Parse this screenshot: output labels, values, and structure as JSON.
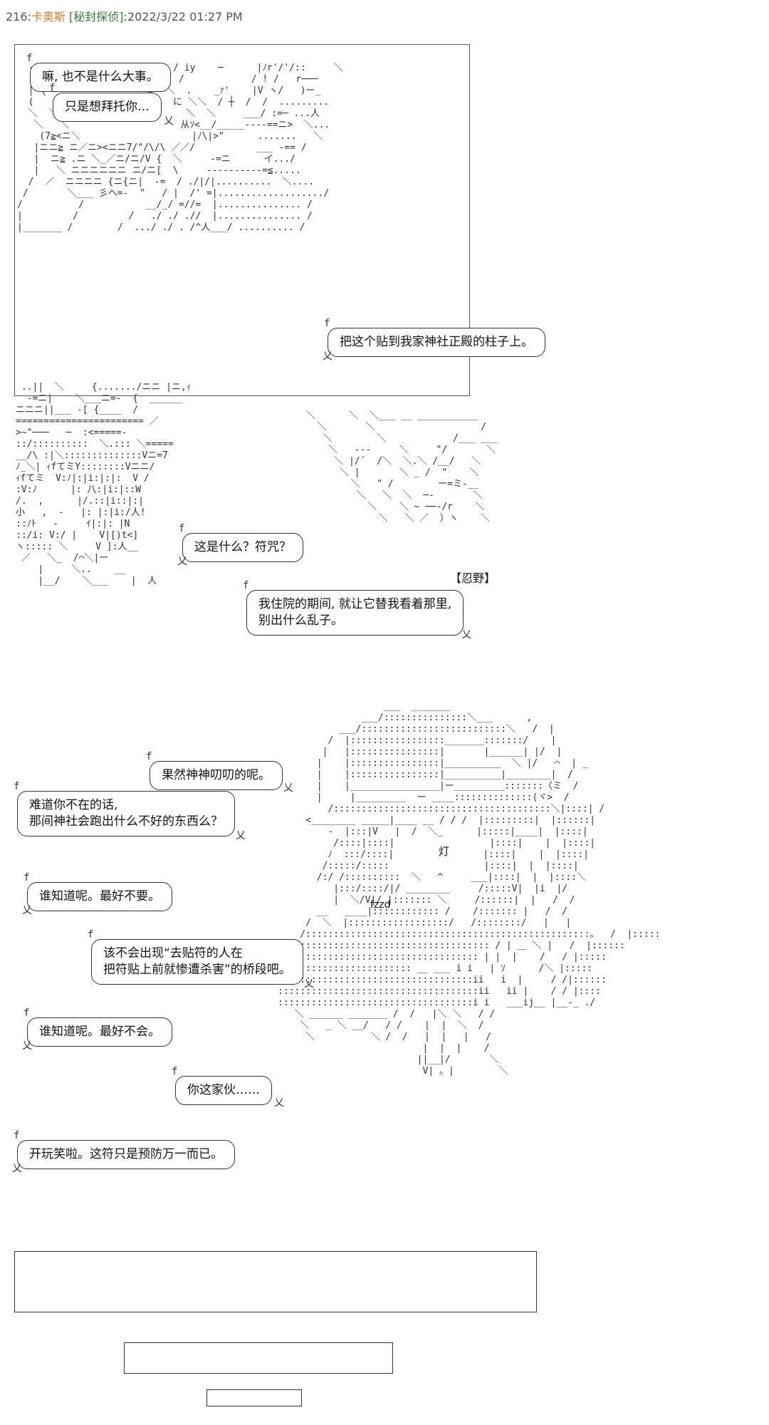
{
  "header": {
    "post_number": "216:",
    "author": "卡奥斯",
    "thread_title": "[秘封探侦]",
    "timestamp": ":2022/3/22 01:27 PM"
  },
  "panel1": {
    "bubbles": [
      {
        "lines": [
          "嘛, 也不是什么大事。"
        ]
      },
      {
        "lines": [
          "只是想拜托你…"
        ]
      },
      {
        "lines": [
          "把这个贴到我家神社正殿的柱子上。"
        ]
      },
      {
        "lines": [
          "这是什么？符咒？"
        ]
      },
      {
        "lines": [
          "我住院的期间, 就让它替我看着那里,",
          "别出什么乱子。"
        ]
      }
    ],
    "name_tag": "【忍野】"
  },
  "panel2": {
    "bubbles": [
      {
        "lines": [
          "果然神神叨叨的呢。"
        ]
      },
      {
        "lines": [
          "难道你不在的话,",
          "那间神社会跑出什么不好的东西么？"
        ]
      },
      {
        "lines": [
          "谁知道呢。最好不要。"
        ]
      },
      {
        "lines": [
          "该不会出现“去贴符的人在",
          "把符贴上前就惨遭杀害”的桥段吧。"
        ]
      },
      {
        "lines": [
          "谁知道呢。最好不会。"
        ]
      },
      {
        "lines": [
          "你这家伙……"
        ]
      },
      {
        "lines": [
          "开玩笑啦。这符只是预防万一而已。"
        ]
      }
    ],
    "art_labels": [
      "fzzd",
      "灯"
    ]
  },
  "icons": {
    "bubble_mark": "f",
    "tail_mark": "乂"
  }
}
